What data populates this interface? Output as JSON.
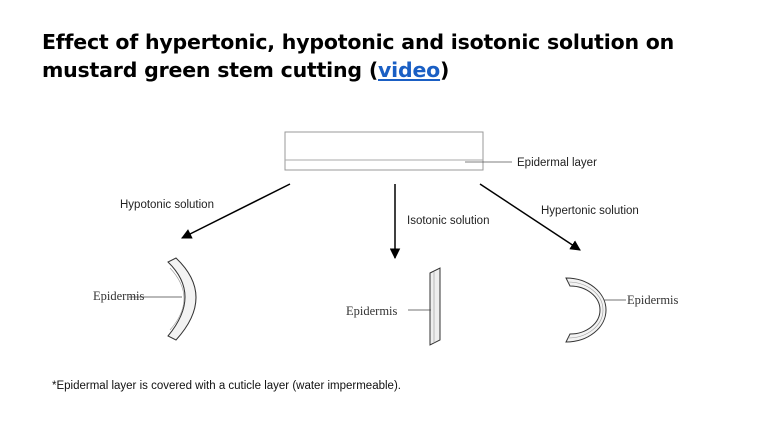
{
  "title": {
    "text_before": "Effect of hypertonic, hypotonic and isotonic solution on mustard green stem cutting (",
    "link_text": "video",
    "text_after": ")"
  },
  "diagram": {
    "epidermal_layer_label": "Epidermal layer",
    "hypotonic_label": "Hypotonic solution",
    "isotonic_label": "Isotonic solution",
    "hypertonic_label": "Hypertonic solution",
    "epidermis_label": "Epidermis"
  },
  "footnote": "*Epidermal layer is covered with a cuticle layer (water impermeable).",
  "colors": {
    "link": "#1a5fc4",
    "line": "#000000"
  }
}
